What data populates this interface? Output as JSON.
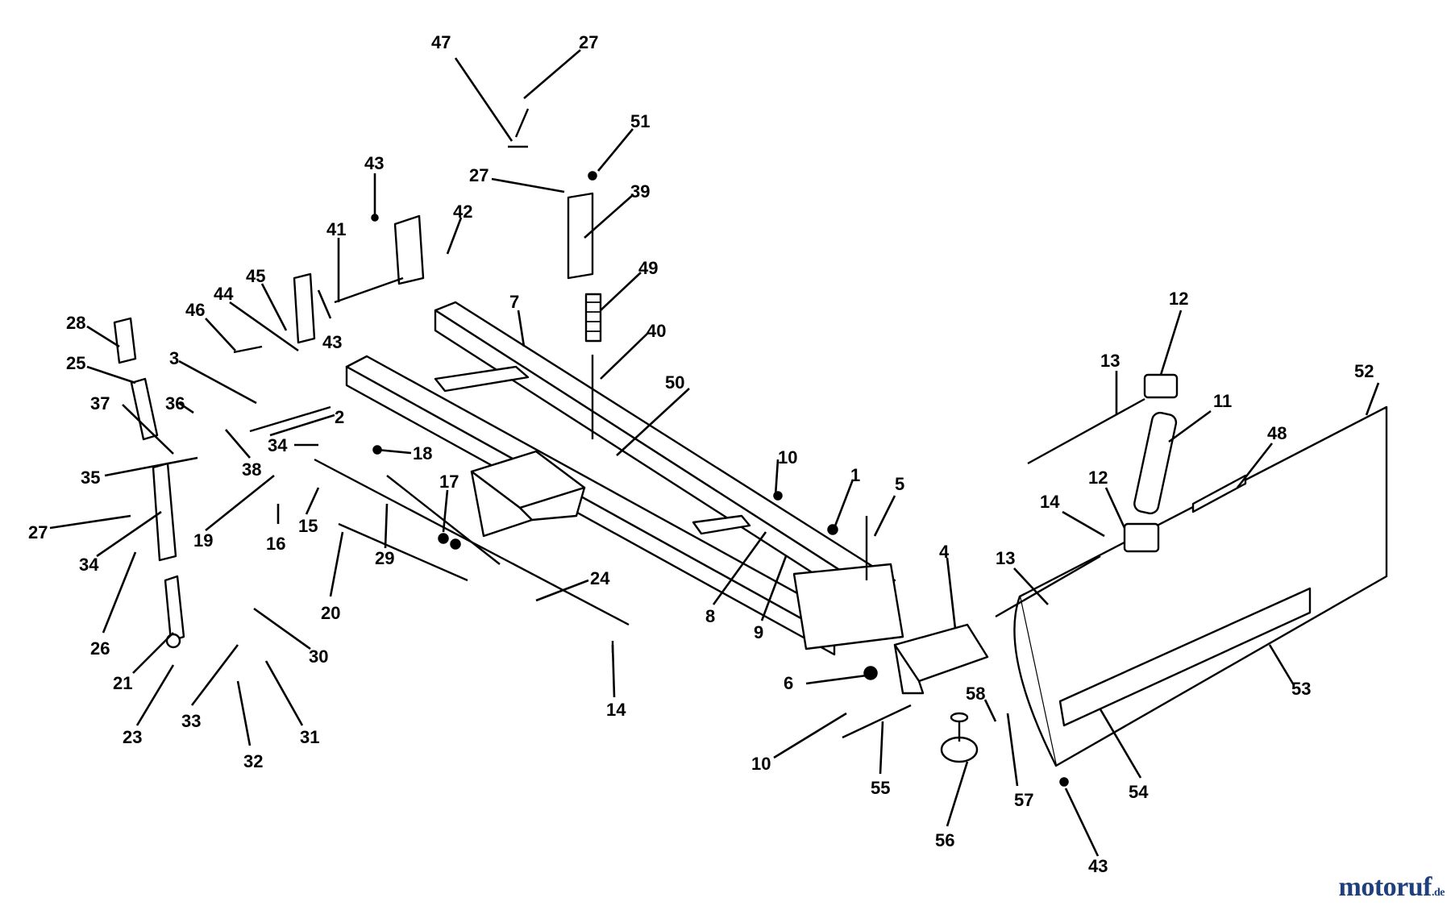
{
  "callouts": [
    "47",
    "27",
    "51",
    "27",
    "39",
    "43",
    "42",
    "41",
    "49",
    "7",
    "40",
    "45",
    "44",
    "46",
    "43",
    "28",
    "25",
    "3",
    "2",
    "37",
    "36",
    "38",
    "34",
    "18",
    "35",
    "50",
    "10",
    "1",
    "5",
    "12",
    "13",
    "11",
    "52",
    "48",
    "12",
    "14",
    "13",
    "17",
    "19",
    "15",
    "16",
    "27",
    "34",
    "26",
    "20",
    "29",
    "24",
    "4",
    "8",
    "9",
    "21",
    "30",
    "23",
    "33",
    "31",
    "32",
    "14",
    "6",
    "58",
    "10",
    "55",
    "57",
    "56",
    "53",
    "54",
    "43"
  ],
  "watermark": {
    "main": "motoruf",
    "tld": ".de"
  }
}
